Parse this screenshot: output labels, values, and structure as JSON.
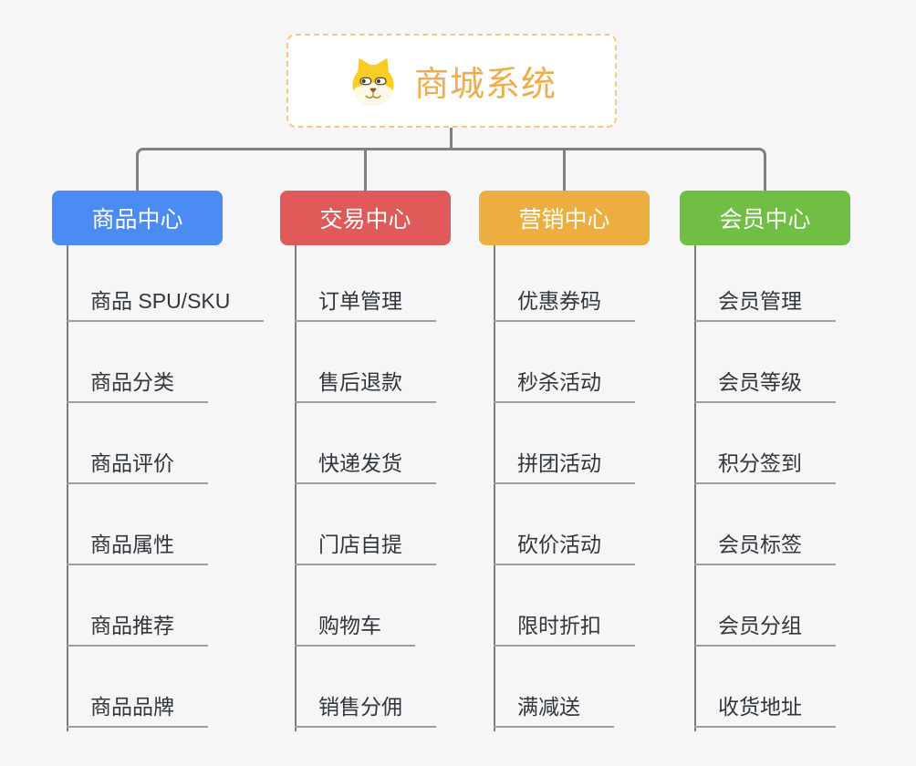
{
  "root": {
    "title": "商城系统",
    "icon": "shiba-dog-face",
    "title_color": "#efae4b",
    "border_color": "#f6c87e"
  },
  "branches": [
    {
      "label": "商品中心",
      "color": "#4b8bf6",
      "children": [
        "商品 SPU/SKU",
        "商品分类",
        "商品评价",
        "商品属性",
        "商品推荐",
        "商品品牌"
      ]
    },
    {
      "label": "交易中心",
      "color": "#e05a5a",
      "children": [
        "订单管理",
        "售后退款",
        "快递发货",
        "门店自提",
        "购物车",
        "销售分佣"
      ]
    },
    {
      "label": "营销中心",
      "color": "#ecae3f",
      "children": [
        "优惠券码",
        "秒杀活动",
        "拼团活动",
        "砍价活动",
        "限时折扣",
        "满减送"
      ]
    },
    {
      "label": "会员中心",
      "color": "#70be44",
      "children": [
        "会员管理",
        "会员等级",
        "积分签到",
        "会员标签",
        "会员分组",
        "收货地址"
      ]
    }
  ],
  "style": {
    "connector_color": "#7f7f7f",
    "leaf_underline_color": "#9e9e9e",
    "leaf_text_color": "#31363e",
    "background_color": "#f6f6f6"
  }
}
